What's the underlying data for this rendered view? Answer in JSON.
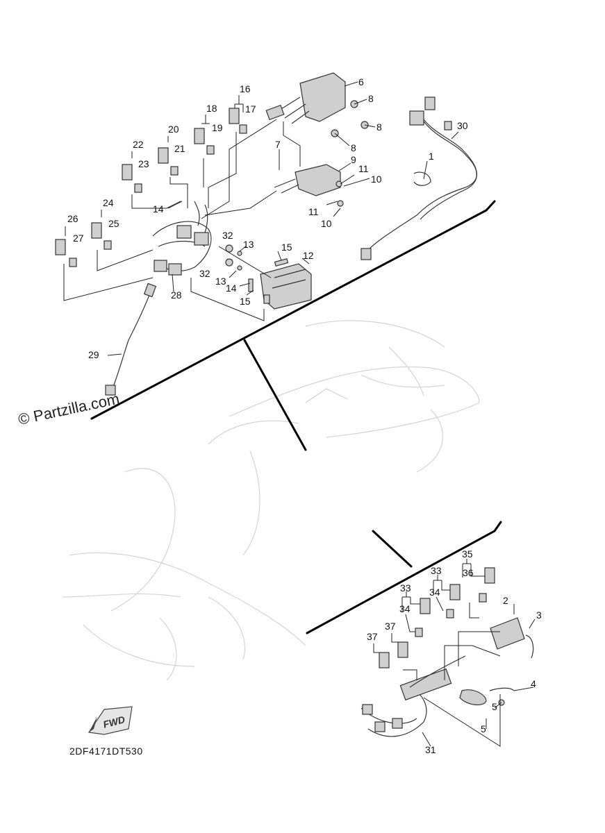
{
  "watermark": "© Partzilla.com",
  "drawing_code": "2DF4171DT530",
  "fwd_label": "FWD",
  "callouts": {
    "c1": "1",
    "c2": "2",
    "c3": "3",
    "c4": "4",
    "c5a": "5",
    "c5b": "5",
    "c6": "6",
    "c7": "7",
    "c8a": "8",
    "c8b": "8",
    "c8c": "8",
    "c9": "9",
    "c10a": "10",
    "c10b": "10",
    "c11a": "11",
    "c11b": "11",
    "c12": "12",
    "c13a": "13",
    "c13b": "13",
    "c14a": "14",
    "c14b": "14",
    "c15a": "15",
    "c15b": "15",
    "c16": "16",
    "c17": "17",
    "c18": "18",
    "c19": "19",
    "c20": "20",
    "c21": "21",
    "c22": "22",
    "c23": "23",
    "c24": "24",
    "c25": "25",
    "c26": "26",
    "c27": "27",
    "c28": "28",
    "c29": "29",
    "c30": "30",
    "c31": "31",
    "c32a": "32",
    "c32b": "32",
    "c33a": "33",
    "c33b": "33",
    "c34a": "34",
    "c34b": "34",
    "c35": "35",
    "c36": "36",
    "c37a": "37",
    "c37b": "37"
  }
}
